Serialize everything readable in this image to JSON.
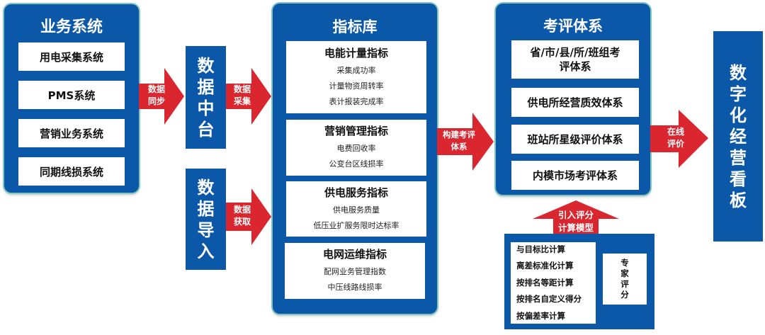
{
  "business_systems": {
    "title": "业务系统",
    "items": [
      "用电采集系统",
      "PMS系统",
      "营销业务系统",
      "同期线损系统"
    ]
  },
  "arrows": {
    "sync": "数据\n同步",
    "collect": "数据\n采集",
    "acquire": "数据\n获取",
    "build": "构建考评\n体系",
    "online": "在线\n评价",
    "import_model": "引入评分\n计算模型"
  },
  "arrow_labels": {
    "sync_1": "数据",
    "sync_2": "同步",
    "collect_1": "数据",
    "collect_2": "采集",
    "acquire_1": "数据",
    "acquire_2": "获取",
    "build_1": "构建考评",
    "build_2": "体系",
    "online_1": "在线",
    "online_2": "评价",
    "model_1": "引入评分",
    "model_2": "计算模型"
  },
  "data_middle": {
    "chars": [
      "数",
      "据",
      "中",
      "台"
    ]
  },
  "data_import": {
    "chars": [
      "数",
      "据",
      "导",
      "入"
    ]
  },
  "index_library": {
    "title": "指标库",
    "groups": [
      {
        "title": "电能计量指标",
        "items": [
          "采集成功率",
          "计量物资周转率",
          "表计报装完成率"
        ]
      },
      {
        "title": "营销管理指标",
        "items": [
          "电费回收率",
          "公变台区线损率"
        ]
      },
      {
        "title": "供电服务指标",
        "items": [
          "供电服务质量",
          "低压业扩服务限时达标率"
        ]
      },
      {
        "title": "电网运维指标",
        "items": [
          "配网业务管理指数",
          "中压线路线损率"
        ]
      }
    ]
  },
  "evaluation_system": {
    "title": "考评体系",
    "items": [
      "省/市/县/所/班组考\n评体系",
      "供电所经营质效体系",
      "班站所星级评价体系",
      "内模市场考评体系"
    ],
    "item0_line1": "省/市/县/所/班组考",
    "item0_line2": "评体系"
  },
  "scoring_model": {
    "methods": [
      "与目标比计算",
      "离差标准化计算",
      "按排名等距计算",
      "按排名自定义得分",
      "按偏差率计算"
    ],
    "expert_chars": [
      "专",
      "家",
      "评",
      "分"
    ]
  },
  "dashboard": {
    "chars": [
      "数",
      "字",
      "化",
      "经",
      "营",
      "看",
      "板"
    ]
  },
  "colors": {
    "panel_blue": "#0b57a8",
    "arrow_red": "#d9262f",
    "panel_border": "#7fc6c0"
  }
}
